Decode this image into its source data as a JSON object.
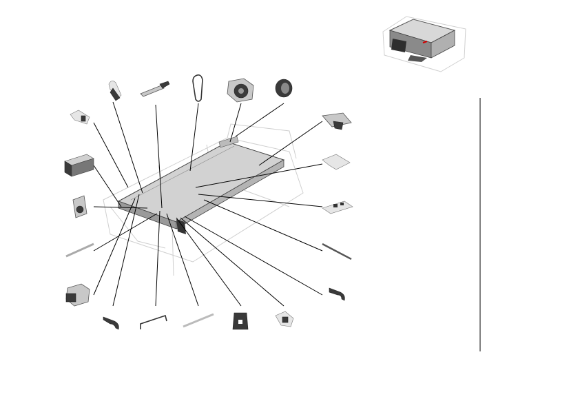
{
  "diagram": {
    "icons": {
      "main_assembly": "scanner-carriage-assembly",
      "thumbnail": "assembly-locator-thumbnail",
      "parts": [
        "latch-bracket-left",
        "lever-arm",
        "shaft-pin",
        "drive-belt",
        "motor-fan",
        "round-knob",
        "plate-bracket-right",
        "flat-plate",
        "circuit-board",
        "thin-rod-right",
        "hook-arm-right",
        "corner-clip",
        "sensor-block",
        "hinge-block",
        "rail-strip-left",
        "connector-housing",
        "hook-arm-bottom",
        "wire-frame",
        "rail-strip-bottom",
        "flat-bracket-bottom",
        "clamp-bracket-bottom"
      ]
    },
    "colors": {
      "line": "#000000",
      "part": "#c8c8c8",
      "dark": "#3a3a3a",
      "highlight": "#d40000"
    }
  }
}
